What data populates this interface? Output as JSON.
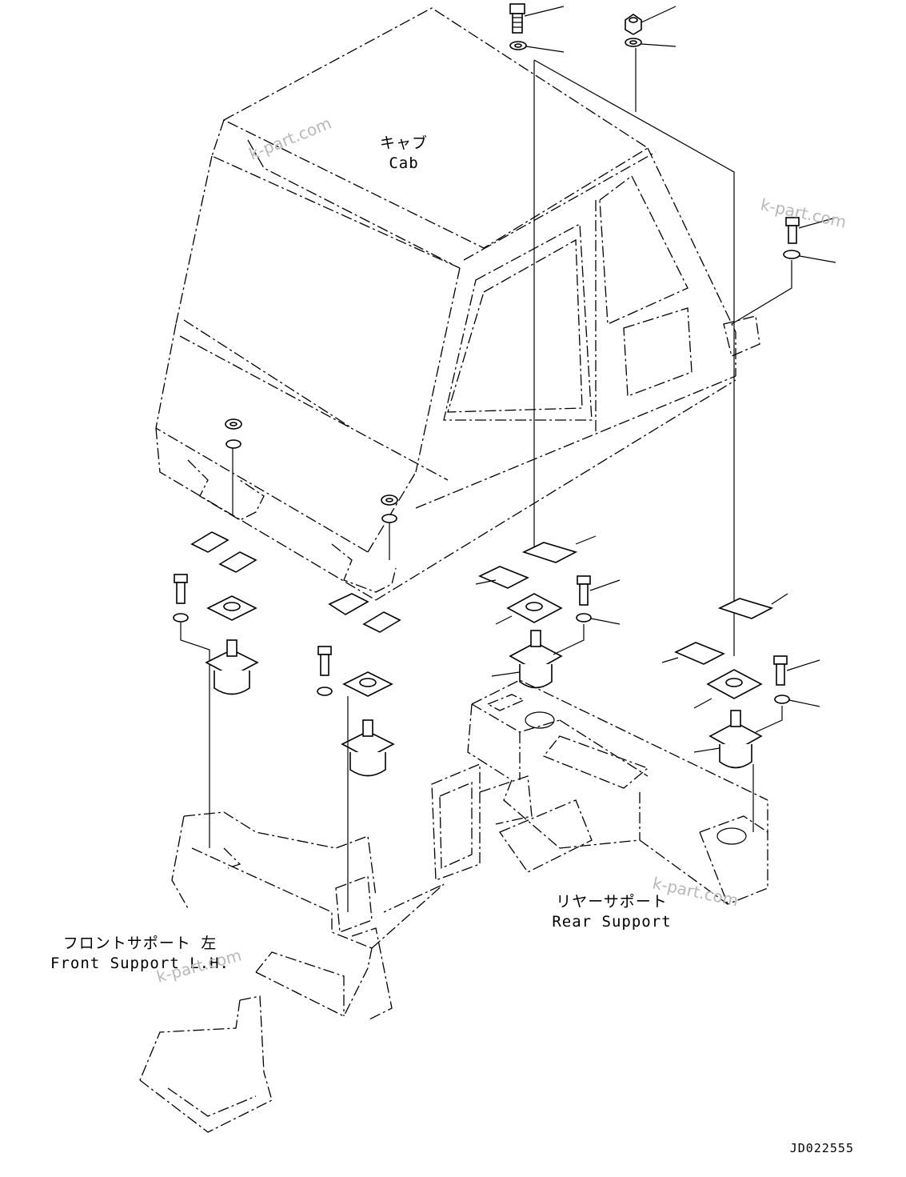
{
  "labels": {
    "cab_jp": "キャブ",
    "cab_en": "Cab",
    "rear_jp": "リヤーサポート",
    "rear_en": "Rear Support",
    "front_jp": "フロントサポート 左",
    "front_en": "Front Support L.H."
  },
  "watermarks": [
    "k-part.com",
    "k-part.com",
    "k-part.com",
    "k-part.com"
  ],
  "drawing_code": "JD022555",
  "icons": {
    "bolt": "bolt-icon",
    "washer": "washer-icon",
    "nut": "nut-icon",
    "mount": "cab-mount-icon",
    "bracket": "bracket-icon"
  }
}
